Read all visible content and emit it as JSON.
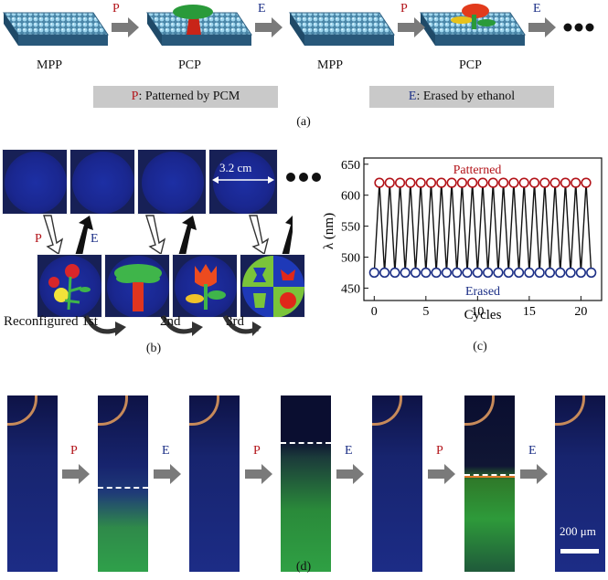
{
  "panel_a": {
    "stage_labels": [
      "MPP",
      "PCP",
      "MPP",
      "PCP"
    ],
    "arrow_labels": [
      "P",
      "E",
      "P",
      "E"
    ],
    "legend_p": {
      "letter": "P",
      "text": ": Patterned by PCM"
    },
    "legend_e": {
      "letter": "E",
      "text": ": Erased by ethanol"
    },
    "caption": "(a)"
  },
  "panel_b": {
    "scale_text": "3.2 cm",
    "arrow_p": "P",
    "arrow_e": "E",
    "reconfig_labels": [
      "Reconfigured 1st",
      "2nd",
      "3rd"
    ],
    "caption": "(b)"
  },
  "panel_c": {
    "caption": "(c)",
    "chart_data": {
      "type": "line",
      "xlabel": "Cycles",
      "ylabel": "λ (nm)",
      "xlim": [
        -1,
        22
      ],
      "ylim": [
        430,
        660
      ],
      "xticks": [
        0,
        5,
        10,
        15,
        20
      ],
      "yticks": [
        450,
        500,
        550,
        600,
        650
      ],
      "annotations": {
        "top": "Patterned",
        "bottom": "Erased"
      },
      "series": [
        {
          "name": "Patterned",
          "color": "#b3141a",
          "x": [
            0.5,
            1.5,
            2.5,
            3.5,
            4.5,
            5.5,
            6.5,
            7.5,
            8.5,
            9.5,
            10.5,
            11.5,
            12.5,
            13.5,
            14.5,
            15.5,
            16.5,
            17.5,
            18.5,
            19.5,
            20.5
          ],
          "values": [
            620,
            620,
            620,
            620,
            620,
            620,
            620,
            620,
            620,
            620,
            620,
            620,
            620,
            620,
            620,
            620,
            620,
            620,
            620,
            620,
            620
          ]
        },
        {
          "name": "Erased",
          "color": "#1c2f86",
          "x": [
            0,
            1,
            2,
            3,
            4,
            5,
            6,
            7,
            8,
            9,
            10,
            11,
            12,
            13,
            14,
            15,
            16,
            17,
            18,
            19,
            20,
            21
          ],
          "values": [
            475,
            475,
            475,
            475,
            475,
            475,
            475,
            475,
            475,
            475,
            475,
            475,
            475,
            475,
            475,
            475,
            475,
            475,
            475,
            475,
            475,
            475
          ]
        }
      ]
    }
  },
  "panel_d": {
    "arrow_labels": [
      "P",
      "E",
      "P",
      "E",
      "P",
      "E"
    ],
    "scale_text": "200 μm",
    "caption": "(d)"
  }
}
